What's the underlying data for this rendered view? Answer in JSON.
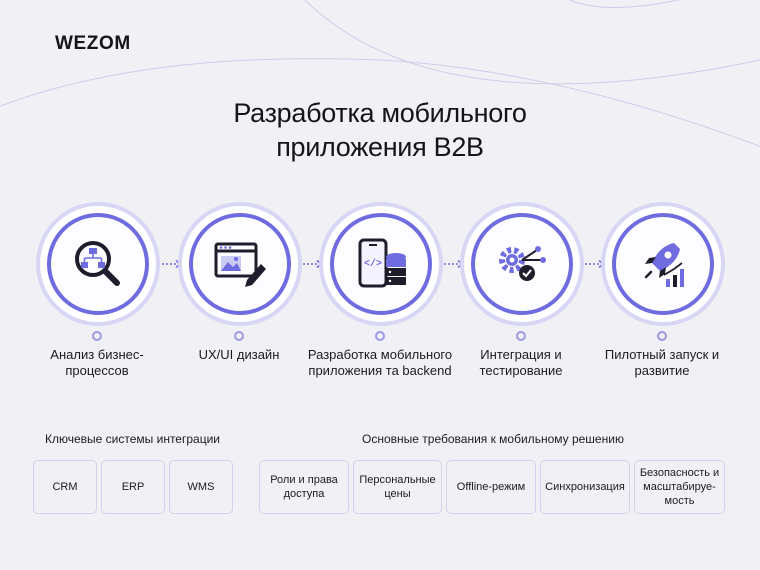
{
  "brand": {
    "logo": "WEZOM"
  },
  "title": {
    "line1": "Разработка мобильного",
    "line2": "приложения B2B"
  },
  "colors": {
    "accent": "#6f6ce0",
    "ring": "#d7d6f5",
    "background": "#f1f0f5"
  },
  "steps": [
    {
      "icon": "process-analysis-icon",
      "label": "Анализ бизнес-процессов"
    },
    {
      "icon": "ux-ui-design-icon",
      "label": "UX/UI дизайн"
    },
    {
      "icon": "mobile-backend-icon",
      "label": "Разработка мобильного приложения та backend"
    },
    {
      "icon": "integration-testing-icon",
      "label": "Интеграция и тестирование"
    },
    {
      "icon": "rocket-launch-icon",
      "label": "Пилотный запуск и развитие"
    }
  ],
  "integration_systems": {
    "heading": "Ключевые системы интеграции",
    "items": [
      "CRM",
      "ERP",
      "WMS"
    ]
  },
  "requirements": {
    "heading": "Основные требования к мобильному решению",
    "items": [
      "Роли и права доступа",
      "Персональные цены",
      "Offline-режим",
      "Синхронизация",
      "Безопасность и масштабируе-мость"
    ]
  }
}
